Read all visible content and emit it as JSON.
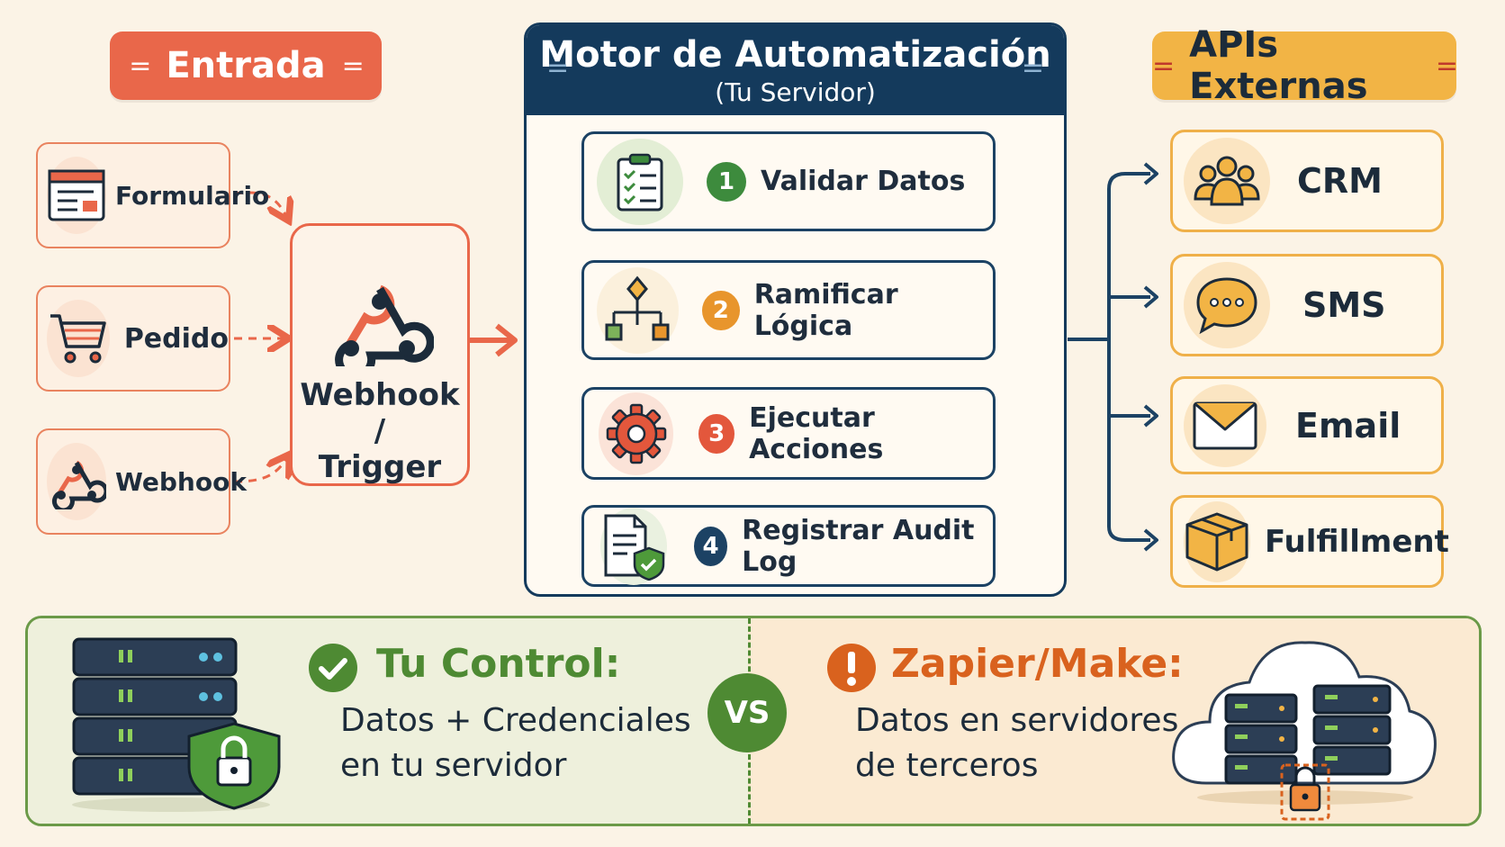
{
  "entrada": {
    "title": "Entrada"
  },
  "motor": {
    "title": "Motor de Automatización",
    "subtitle": "(Tu Servidor)"
  },
  "apis": {
    "title": "APIs Externas"
  },
  "inputs": [
    {
      "label": "Formulario",
      "icon": "form-icon"
    },
    {
      "label": "Pedido",
      "icon": "cart-icon"
    },
    {
      "label": "Webhook",
      "icon": "webhook-icon"
    }
  ],
  "trigger": {
    "line1": "Webhook /",
    "line2": "Trigger"
  },
  "steps": [
    {
      "num": "1",
      "label": "Validar Datos",
      "color": "#3d8b3d",
      "icon": "clipboard-icon"
    },
    {
      "num": "2",
      "label": "Ramificar Lógica",
      "color": "#e8952c",
      "icon": "branch-icon"
    },
    {
      "num": "3",
      "label": "Ejecutar Acciones",
      "color": "#e3573c",
      "icon": "gear-icon"
    },
    {
      "num": "4",
      "label": "Registrar Audit Log",
      "color": "#1c4264",
      "icon": "document-shield-icon"
    }
  ],
  "apis_list": [
    {
      "label": "CRM",
      "icon": "users-icon"
    },
    {
      "label": "SMS",
      "icon": "chat-icon"
    },
    {
      "label": "Email",
      "icon": "mail-icon"
    },
    {
      "label": "Fulfillment",
      "icon": "box-icon"
    }
  ],
  "control": {
    "title": "Tu Control:",
    "line1": "Datos + Credenciales",
    "line2": "en tu servidor"
  },
  "vs": "VS",
  "zapier": {
    "title": "Zapier/Make:",
    "line1": "Datos en servidores",
    "line2": "de terceros"
  },
  "colors": {
    "entrada": "#e9674a",
    "motor": "#143a5c",
    "apis": "#f2b445",
    "control_green": "#4e8a33",
    "zapier_orange": "#d9621e"
  }
}
